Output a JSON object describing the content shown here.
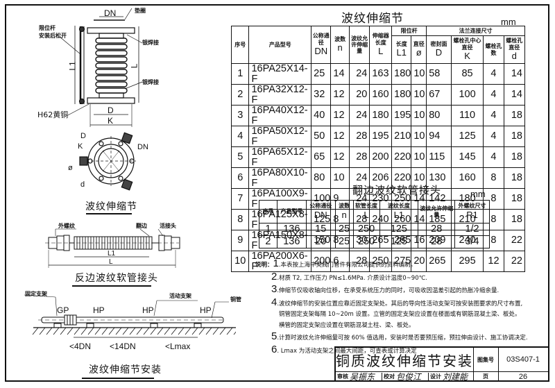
{
  "drawing": {
    "title": "铜质波纹伸缩节安装",
    "atlas_label": "图集号",
    "atlas_no": "03S407-1",
    "page_label": "页",
    "page_no": "26",
    "review_label": "审核",
    "check_label": "校对",
    "design_label": "设计",
    "review_sign": "吴振东",
    "check_sign": "包俊江",
    "design_sign": "刘建能"
  },
  "expansion_joint_table": {
    "title": "波纹伸缩节",
    "unit": "mm",
    "headers": {
      "seq": "序号",
      "model": "产品型号",
      "dn": "公称通径",
      "dn_sym": "DN",
      "waves": "波数",
      "waves_sym": "n",
      "allow": "波纹允许伸缩量",
      "length": "伸缩器长度",
      "length_sym": "L",
      "rod_group": "限位杆",
      "rod_len": "长度",
      "rod_len_sym": "L1",
      "rod_dia": "直径",
      "rod_dia_sym": "ø",
      "flange_group": "法兰连接尺寸",
      "seal": "密封面",
      "seal_sym": "D",
      "bolt_center": "螺栓孔中心直径",
      "bolt_center_sym": "K",
      "bolt_count": "螺栓孔数",
      "bolt_dia": "螺栓孔直径",
      "bolt_dia_sym": "d"
    },
    "rows": [
      [
        "1",
        "16PA25X14-F",
        "25",
        "14",
        "24",
        "163",
        "180",
        "10",
        "58",
        "85",
        "4",
        "14"
      ],
      [
        "2",
        "16PA32X12-F",
        "32",
        "12",
        "20",
        "160",
        "180",
        "10",
        "67",
        "100",
        "4",
        "14"
      ],
      [
        "3",
        "16PA40X12-F",
        "40",
        "12",
        "24",
        "180",
        "195",
        "10",
        "80",
        "110",
        "4",
        "18"
      ],
      [
        "4",
        "16PA50X12-F",
        "50",
        "12",
        "28",
        "195",
        "210",
        "10",
        "94",
        "125",
        "4",
        "18"
      ],
      [
        "5",
        "16PA65X12-F",
        "65",
        "12",
        "28",
        "200",
        "220",
        "10",
        "115",
        "145",
        "4",
        "18"
      ],
      [
        "6",
        "16PA80X10-F",
        "80",
        "10",
        "24",
        "206",
        "220",
        "10",
        "130",
        "160",
        "8",
        "18"
      ],
      [
        "7",
        "16PA100X9-F",
        "100",
        "9",
        "24",
        "230",
        "250",
        "14",
        "142",
        "180",
        "8",
        "18"
      ],
      [
        "8",
        "16PA125X8-F",
        "125",
        "8",
        "28",
        "240",
        "260",
        "14",
        "185",
        "210",
        "8",
        "18"
      ],
      [
        "9",
        "16PA150X8-F",
        "150",
        "8",
        "30",
        "265",
        "285",
        "16",
        "209",
        "240",
        "8",
        "22"
      ],
      [
        "10",
        "16PA200X6-F",
        "200",
        "6",
        "28",
        "250",
        "275",
        "20",
        "265",
        "295",
        "12",
        "22"
      ]
    ]
  },
  "hose_table": {
    "title": "翻边波纹软管接头",
    "unit": "mm",
    "headers": {
      "seq": "序号",
      "model": "产品型号",
      "dn": "公称通径",
      "dn_sym": "DN",
      "waves": "波数",
      "waves_sym": "n",
      "hose_len": "软管长度",
      "hose_len_sym": "L",
      "wave_len": "波纹长度",
      "wave_len_sym": "L1",
      "allow": "波纹允许伸缩量",
      "thread": "外螺纹尺寸",
      "thread_sym": "R1"
    },
    "rows": [
      [
        "1",
        "136",
        "15",
        "25",
        "250",
        "125",
        "28",
        "1/2"
      ],
      [
        "2",
        "136",
        "20",
        "25",
        "250",
        "125",
        "28",
        "3/4"
      ]
    ]
  },
  "notes": {
    "label": "说明：",
    "items": [
      {
        "n": "1",
        "text": ".本表按上海中英阀门管件有限公司提供的资料编制。"
      },
      {
        "n": "2",
        "text": ".材质 T2, 工作压力 PN≤1.6MPa. 介质设计温度0~90℃."
      },
      {
        "n": "3",
        "text": ".伸缩节仅吸收轴向位移，在承受系统压力的同时，可吸收因温差引起的热胀冷缩余量."
      },
      {
        "n": "4",
        "text": ".波纹伸缩节的安装位置应靠近固定支架处。其后的导向性活动支架可按安装图要求的尺寸布置,"
      },
      {
        "n": "",
        "text": "铜管固定支架每隔 10~20m 设置。立管的固定支架应设置在楼面或有钢筋混凝土梁、板处。"
      },
      {
        "n": "",
        "text": "横管的固定支架应设置在钢筋混凝土柱、梁、板处。"
      },
      {
        "n": "5",
        "text": ".计算时波纹允许伸缩量可按 60% 值选用，安装时是否要预压缩，预拉伸由设计、施工协调决定."
      },
      {
        "n": "6",
        "text": ". Lmax 为活动支架之间最大间距，可查表或计算决定"
      }
    ]
  },
  "figures": {
    "joint": {
      "caption": "波纹伸缩节",
      "labels": {
        "dn": "DN",
        "gasket": "垫圈",
        "rod": "限位杆",
        "rod2": "安装后松开",
        "weld1": "银焊接",
        "weld2": "银焊接",
        "l1": "L1",
        "l": "L",
        "brass": "H62黄铜",
        "d": "D",
        "k": "K",
        "plan_d": "D",
        "plan_k": "K",
        "plan_dn": "DN",
        "plan_phi": "ø",
        "plan_small_d": "d"
      }
    },
    "hose": {
      "caption": "反边波纹软管接头",
      "labels": {
        "thread": "外螺纹",
        "flange": "翻边",
        "union": "活接头",
        "l1": "L1",
        "l": "L"
      }
    },
    "install": {
      "caption": "波纹伸缩节安装",
      "labels": {
        "fixed": "固定支架",
        "movable": "活动支架",
        "pipe": "铜管",
        "gp": "GP",
        "hp1": "HP",
        "hp2": "HP",
        "hp3": "HP",
        "dim1": "<4DN",
        "dim2": "<14DN",
        "dim3": "<Lmax"
      }
    }
  }
}
